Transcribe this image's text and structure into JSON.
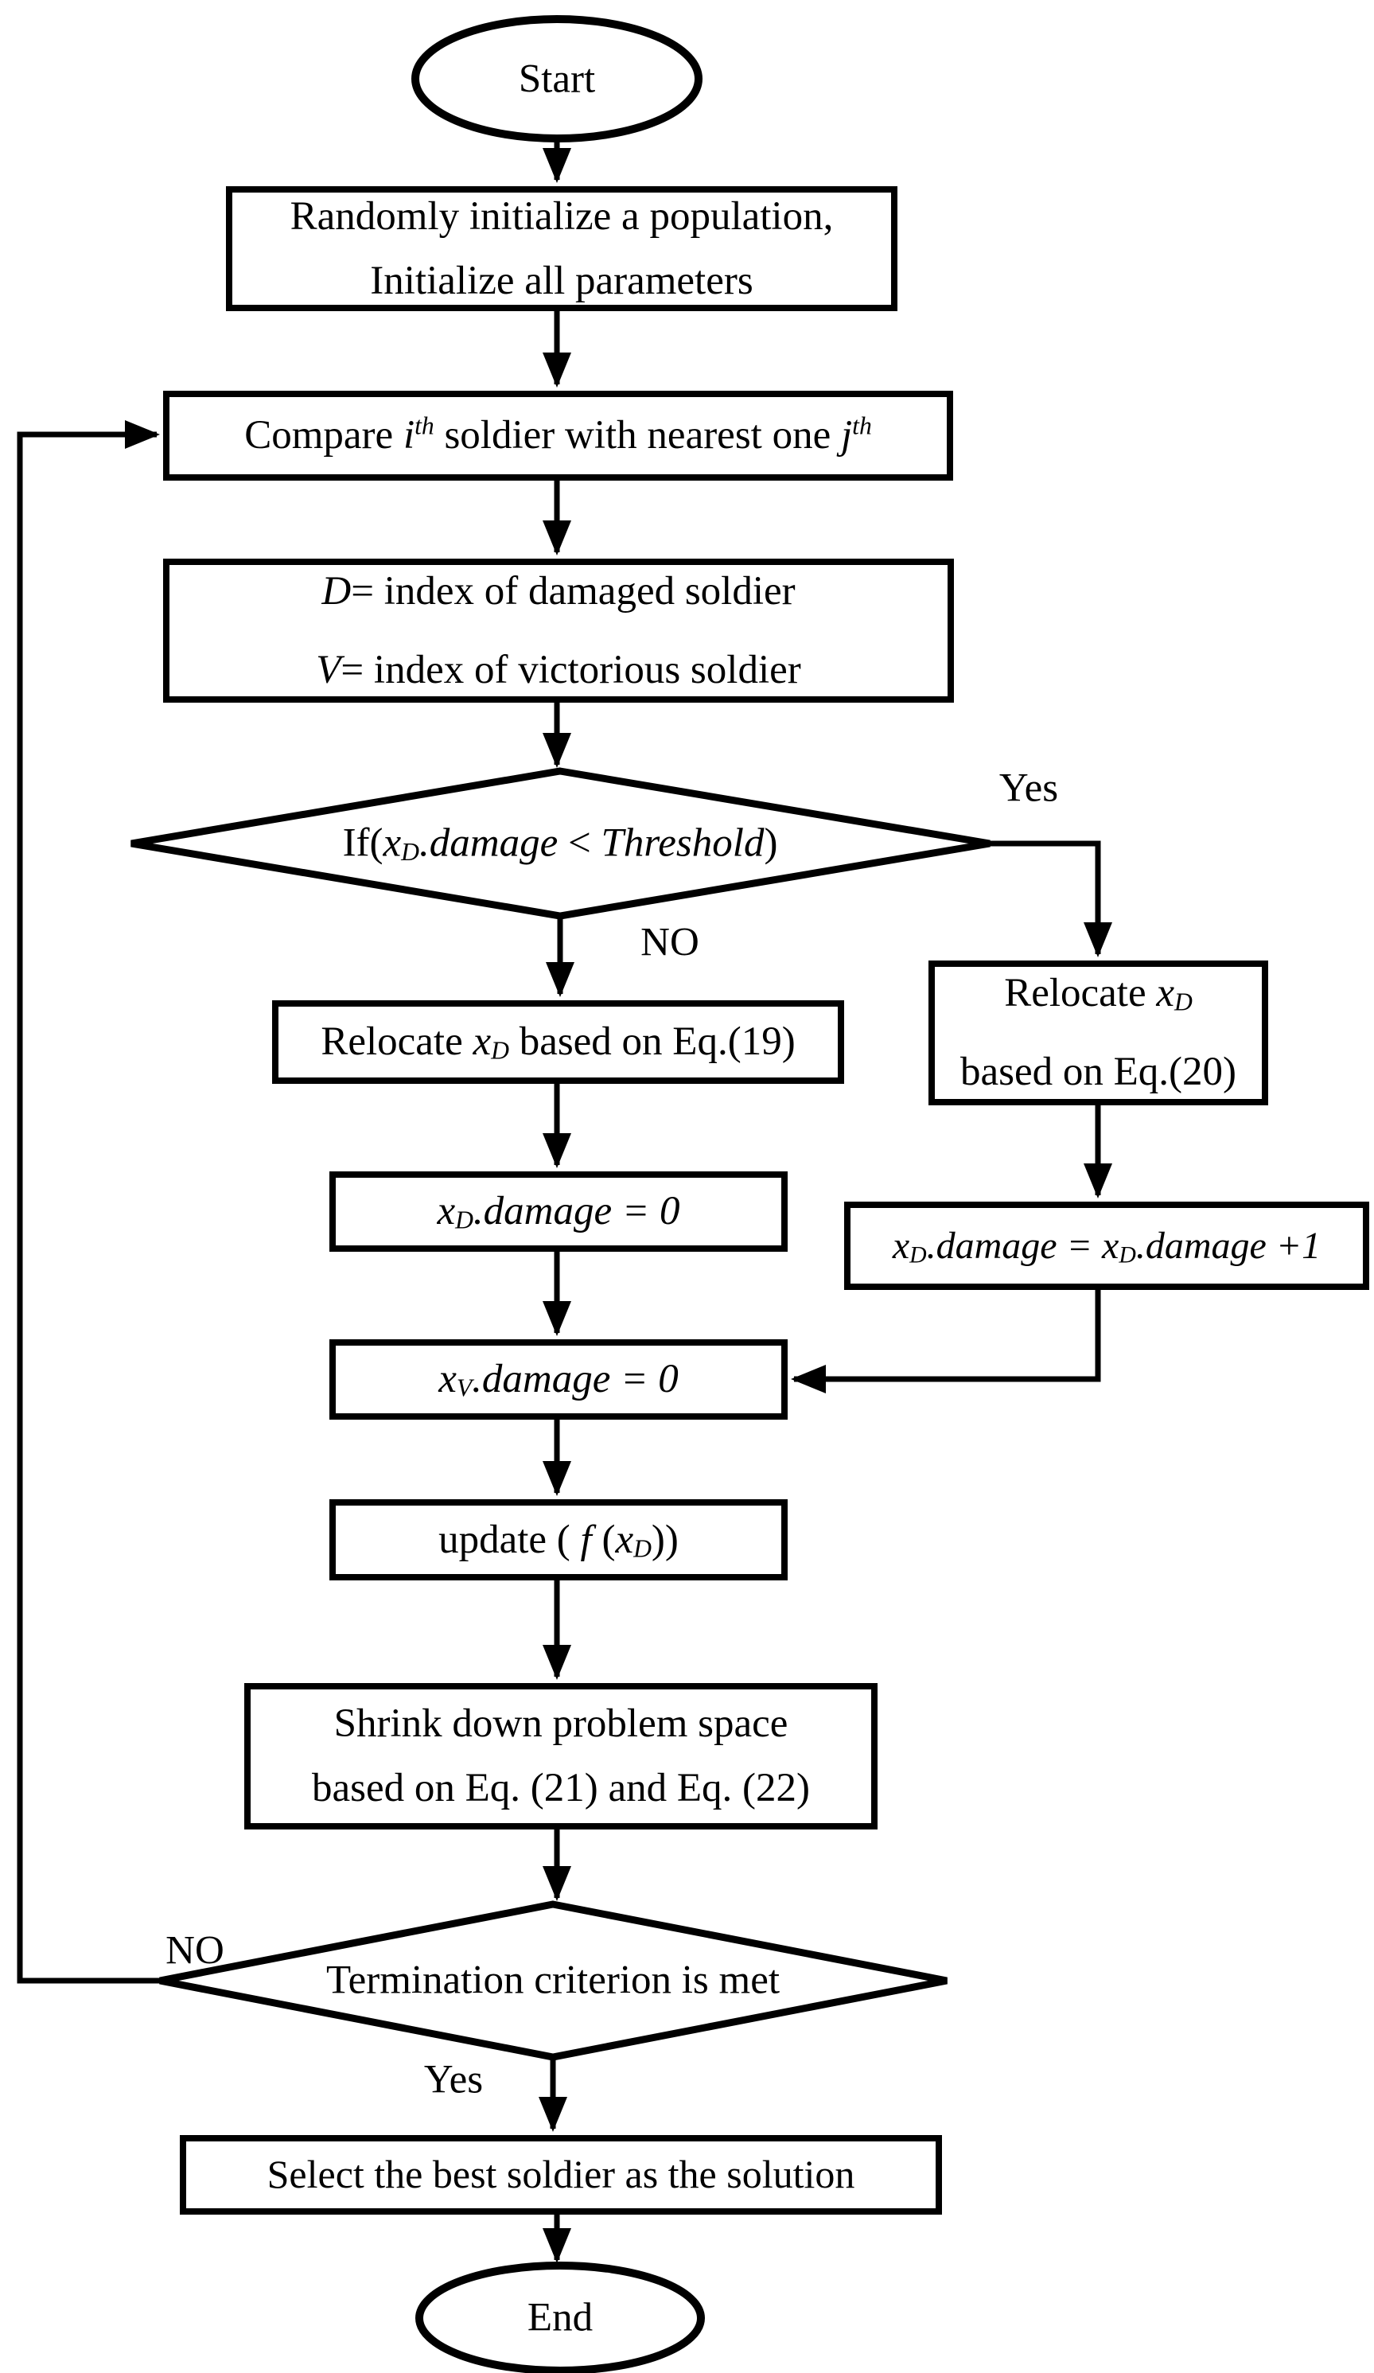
{
  "colors": {
    "line": "#000000",
    "background": "#ffffff",
    "text": "#000000"
  },
  "flowchart": {
    "start": "Start",
    "init_line1": "Randomly initialize a population,",
    "init_line2": "Initialize all parameters",
    "compare": "Compare *i*^th^ soldier with nearest one *j*^th^",
    "damaged_index": "*D*= index of damaged soldier",
    "victorious_index": "*V*= index of victorious soldier",
    "threshold_decision": "If(*x*_D_*.damage* < *Threshold*)",
    "threshold_yes": "Yes",
    "threshold_no": "NO",
    "relocate_eq19": "Relocate *x*_D_ based on Eq.(19)",
    "relocate_eq20_line1": "Relocate *x*_D_",
    "relocate_eq20_line2": "based on Eq.(20)",
    "reset_damage_d": "*x*_D_*.damage = 0*",
    "increment_damage": "*x*_D_*.damage = x*_D_*.damage +1*",
    "reset_damage_v": "*x*_V_*.damage = 0*",
    "update_fitness": "update ( *f* (*x*_D_))",
    "shrink_line1": "Shrink down problem space",
    "shrink_line2": "based on Eq. (21) and Eq. (22)",
    "termination_decision": "Termination criterion is met",
    "termination_no": "NO",
    "termination_yes": "Yes",
    "select_best": "Select the best soldier as the solution",
    "end": "End"
  }
}
